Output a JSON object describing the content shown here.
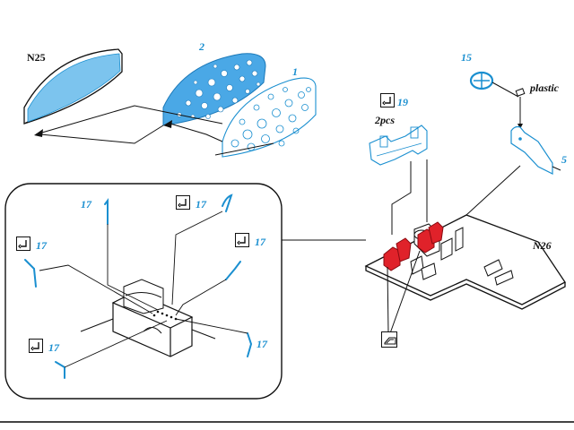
{
  "labels": {
    "n25": "N25",
    "n26": "N26",
    "part_1": "1",
    "part_2": "2",
    "part_5": "5",
    "part_15": "15",
    "part_17": "17",
    "part_19": "19",
    "plastic": "plastic",
    "qty_2pcs": "2pcs"
  },
  "colors": {
    "etched_part": "#6ab8e8",
    "etched_part_dark": "#1a8fd0",
    "red_part": "#e0222a",
    "line": "#111111"
  },
  "icons": {
    "bend_symbol": "fold-bend-icon",
    "paint_symbol": "paint-icon"
  }
}
